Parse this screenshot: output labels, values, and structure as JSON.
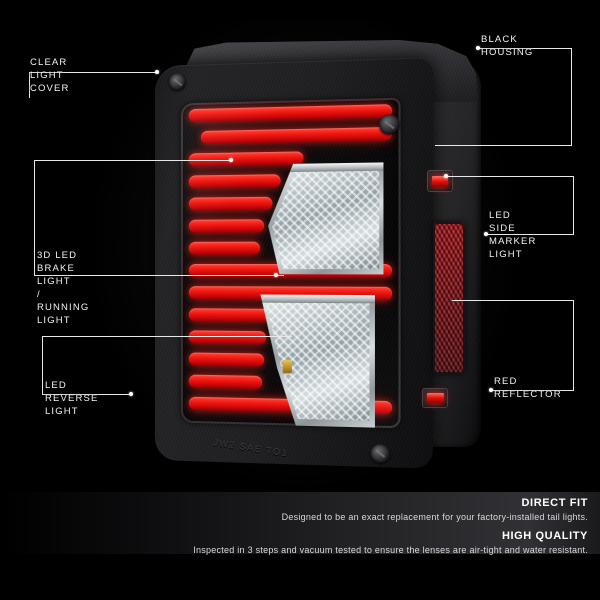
{
  "callouts": [
    {
      "id": "clear-light-cover",
      "label": "CLEAR LIGHT COVER"
    },
    {
      "id": "black-housing",
      "label": "BLACK HOUSING"
    },
    {
      "id": "brake-light",
      "label": "3D LED BRAKE LIGHT\n/ RUNNING LIGHT"
    },
    {
      "id": "side-marker",
      "label": "LED SIDE\nMARKER LIGHT"
    },
    {
      "id": "reverse-light",
      "label": "LED REVERSE LIGHT"
    },
    {
      "id": "red-reflector",
      "label": "RED REFLECTOR"
    }
  ],
  "product": {
    "emboss_text": "JW2 SAE TO1",
    "led_bar_count": 14,
    "colors": {
      "led_red": "#f21a12",
      "reflector_red": "#8c0e14",
      "housing_black": "#1b1b1d",
      "lens_clear": "#cfd4d6"
    }
  },
  "features": [
    {
      "title": "DIRECT FIT",
      "description": "Designed to be an exact replacement for your factory-installed tail lights."
    },
    {
      "title": "HIGH QUALITY",
      "description": "Inspected in 3 steps and vacuum tested to ensure the lenses are air-tight and water resistant."
    }
  ]
}
